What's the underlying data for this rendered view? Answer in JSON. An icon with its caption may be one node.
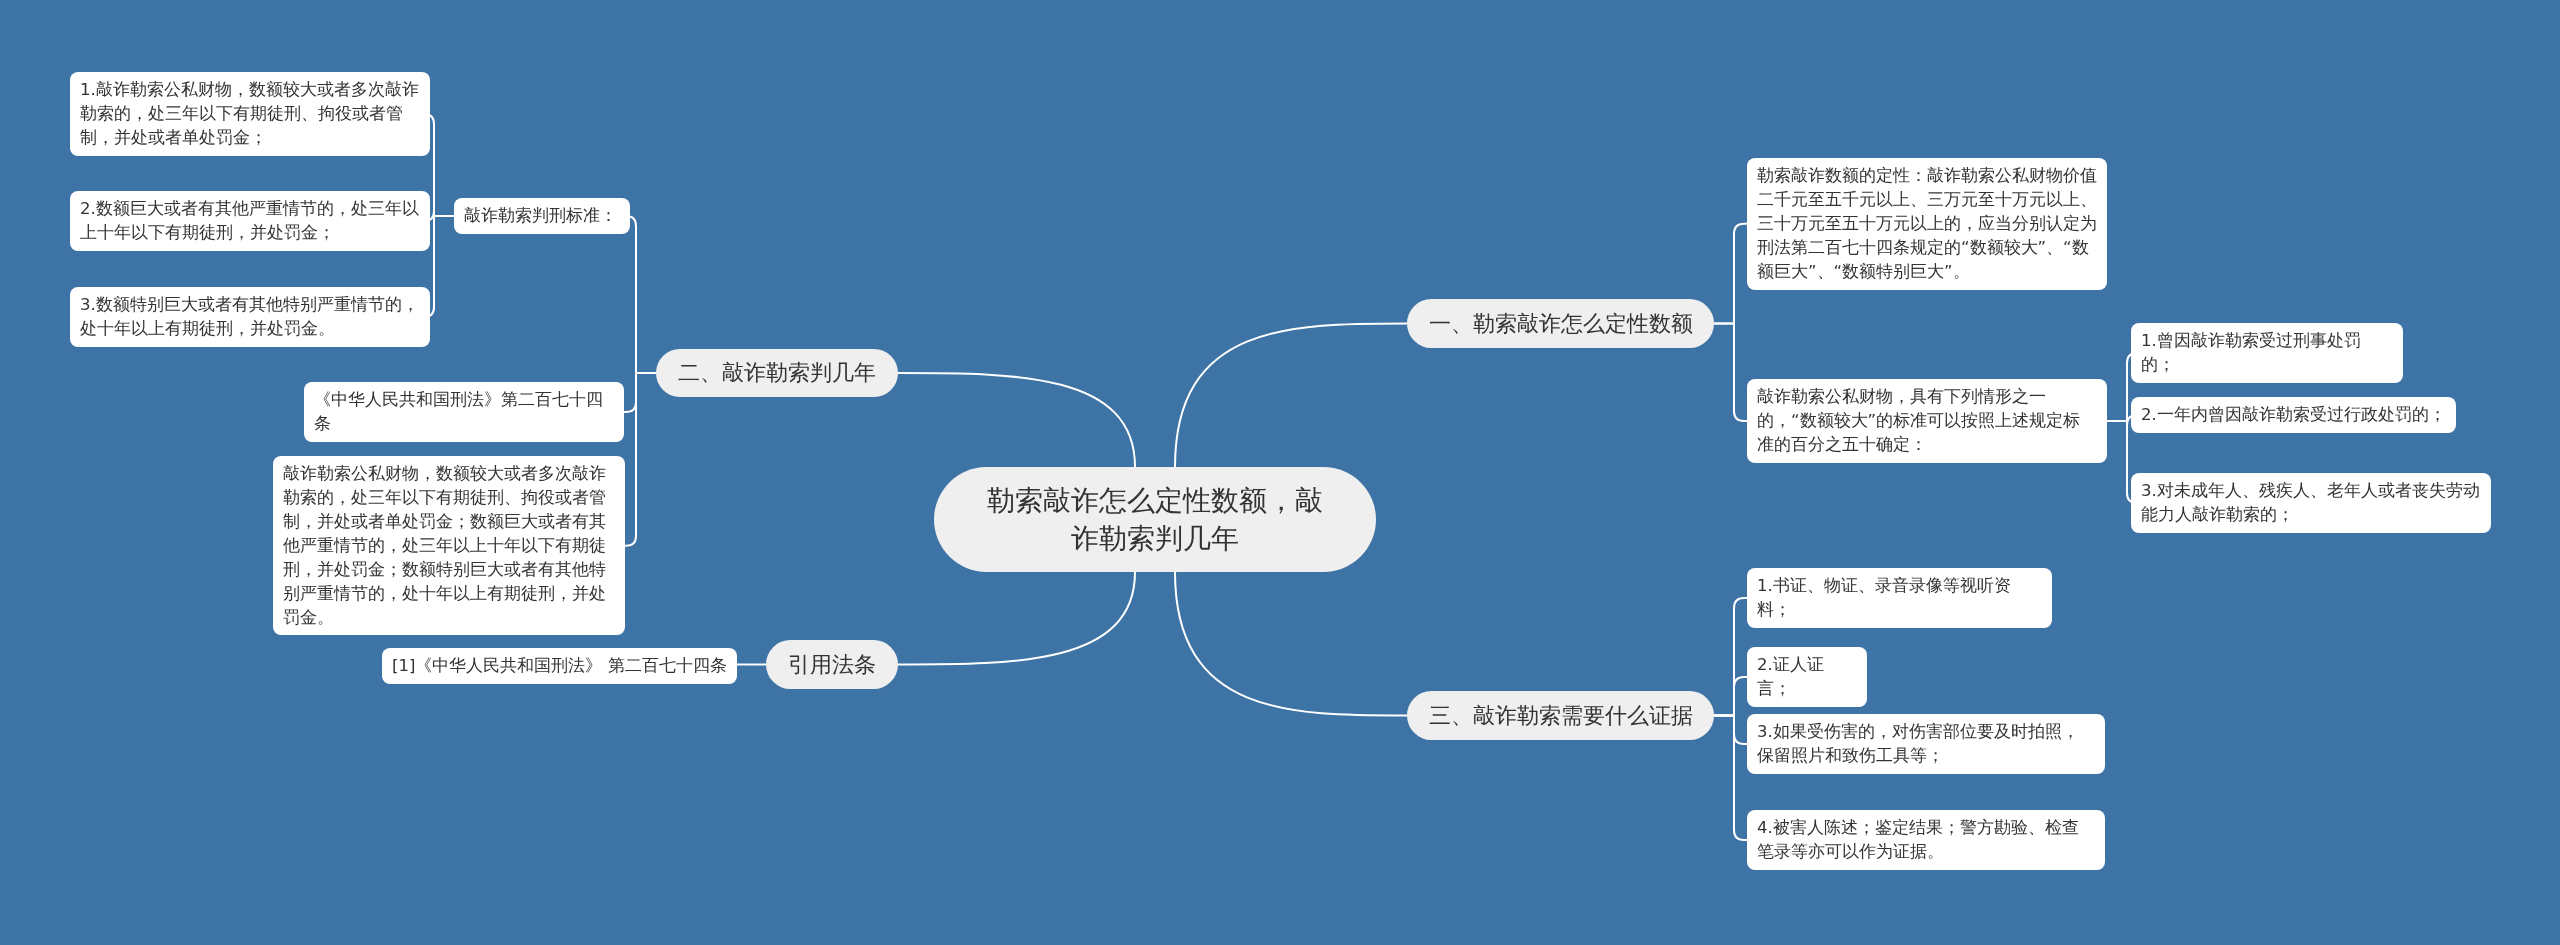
{
  "diagram": {
    "nodes": [
      {
        "text": [
          "勒索敲诈怎么定性数额，敲诈勒索判几年"
        ]
      },
      {
        "text": [
          "一、勒索敲诈怎么定性数额"
        ]
      },
      {
        "text": [
          "勒索敲诈数额的定性：敲诈勒索公私财物价值二千元至五千元以上、三万元至十万元以上、三十万元至五十万元以上的，应当分别认定为刑法第二百七十四条规定的“数额较大”、“数额巨大”、“数额特别巨大”。"
        ]
      },
      {
        "text": [
          "敲诈勒索公私财物，具有下列情形之一的，“数额较大”的标准可以按照上述规定标准的百分之五十确定："
        ]
      },
      {
        "text": [
          "1.曾因敲诈勒索受过刑事处罚的；"
        ]
      },
      {
        "text": [
          "2.一年内曾因敲诈勒索受过行政处罚的；"
        ]
      },
      {
        "text": [
          "3.对未成年人、残疾人、老年人或者丧失劳动能力人敲诈勒索的；"
        ]
      },
      {
        "text": [
          "三、敲诈勒索需要什么证据"
        ]
      },
      {
        "text": [
          "1.书证、物证、录音录像等视听资料；"
        ]
      },
      {
        "text": [
          "2.证人证言；"
        ]
      },
      {
        "text": [
          "3.如果受伤害的，对伤害部位要及时拍照，保留照片和致伤工具等；"
        ]
      },
      {
        "text": [
          "4.被害人陈述；鉴定结果；警方勘验、检查笔录等亦可以作为证据。"
        ]
      },
      {
        "text": [
          "二、敲诈勒索判几年"
        ]
      },
      {
        "text": [
          "敲诈勒索判刑标准："
        ]
      },
      {
        "text": [
          "1.敲诈勒索公私财物，数额较大或者多次敲诈勒索的，处三年以下有期徒刑、拘役或者管制，并处或者单处罚金；"
        ]
      },
      {
        "text": [
          "2.数额巨大或者有其他严重情节的，处三年以上十年以下有期徒刑，并处罚金；"
        ]
      },
      {
        "text": [
          "3.数额特别巨大或者有其他特别严重情节的，处十年以上有期徒刑，并处罚金。"
        ]
      },
      {
        "text": [
          "《中华人民共和国刑法》第二百七十四条"
        ]
      },
      {
        "text": [
          "敲诈勒索公私财物，数额较大或者多次敲诈勒索的，处三年以下有期徒刑、拘役或者管制，并处或者单处罚金；数额巨大或者有其他严重情节的，处三年以上十年以下有期徒刑，并处罚金；数额特别巨大或者有其他特别严重情节的，处十年以上有期徒刑，并处罚金。"
        ]
      },
      {
        "text": [
          "引用法条"
        ]
      },
      {
        "text": [
          "[1]《中华人民共和国刑法》 第二百七十四条"
        ]
      }
    ],
    "edges": [
      {
        "from": 0,
        "to": 1,
        "arrow": "none"
      },
      {
        "from": 1,
        "to": 2,
        "arrow": "none"
      },
      {
        "from": 1,
        "to": 3,
        "arrow": "none"
      },
      {
        "from": 3,
        "to": 4,
        "arrow": "none"
      },
      {
        "from": 3,
        "to": 5,
        "arrow": "none"
      },
      {
        "from": 3,
        "to": 6,
        "arrow": "none"
      },
      {
        "from": 0,
        "to": 7,
        "arrow": "none"
      },
      {
        "from": 7,
        "to": 8,
        "arrow": "none"
      },
      {
        "from": 7,
        "to": 9,
        "arrow": "none"
      },
      {
        "from": 7,
        "to": 10,
        "arrow": "none"
      },
      {
        "from": 7,
        "to": 11,
        "arrow": "none"
      },
      {
        "from": 0,
        "to": 12,
        "arrow": "none"
      },
      {
        "from": 12,
        "to": 13,
        "arrow": "none"
      },
      {
        "from": 13,
        "to": 14,
        "arrow": "none"
      },
      {
        "from": 13,
        "to": 15,
        "arrow": "none"
      },
      {
        "from": 13,
        "to": 16,
        "arrow": "none"
      },
      {
        "from": 12,
        "to": 17,
        "arrow": "none"
      },
      {
        "from": 12,
        "to": 18,
        "arrow": "none"
      },
      {
        "from": 0,
        "to": 19,
        "arrow": "none"
      },
      {
        "from": 19,
        "to": 20,
        "arrow": "none"
      }
    ]
  }
}
